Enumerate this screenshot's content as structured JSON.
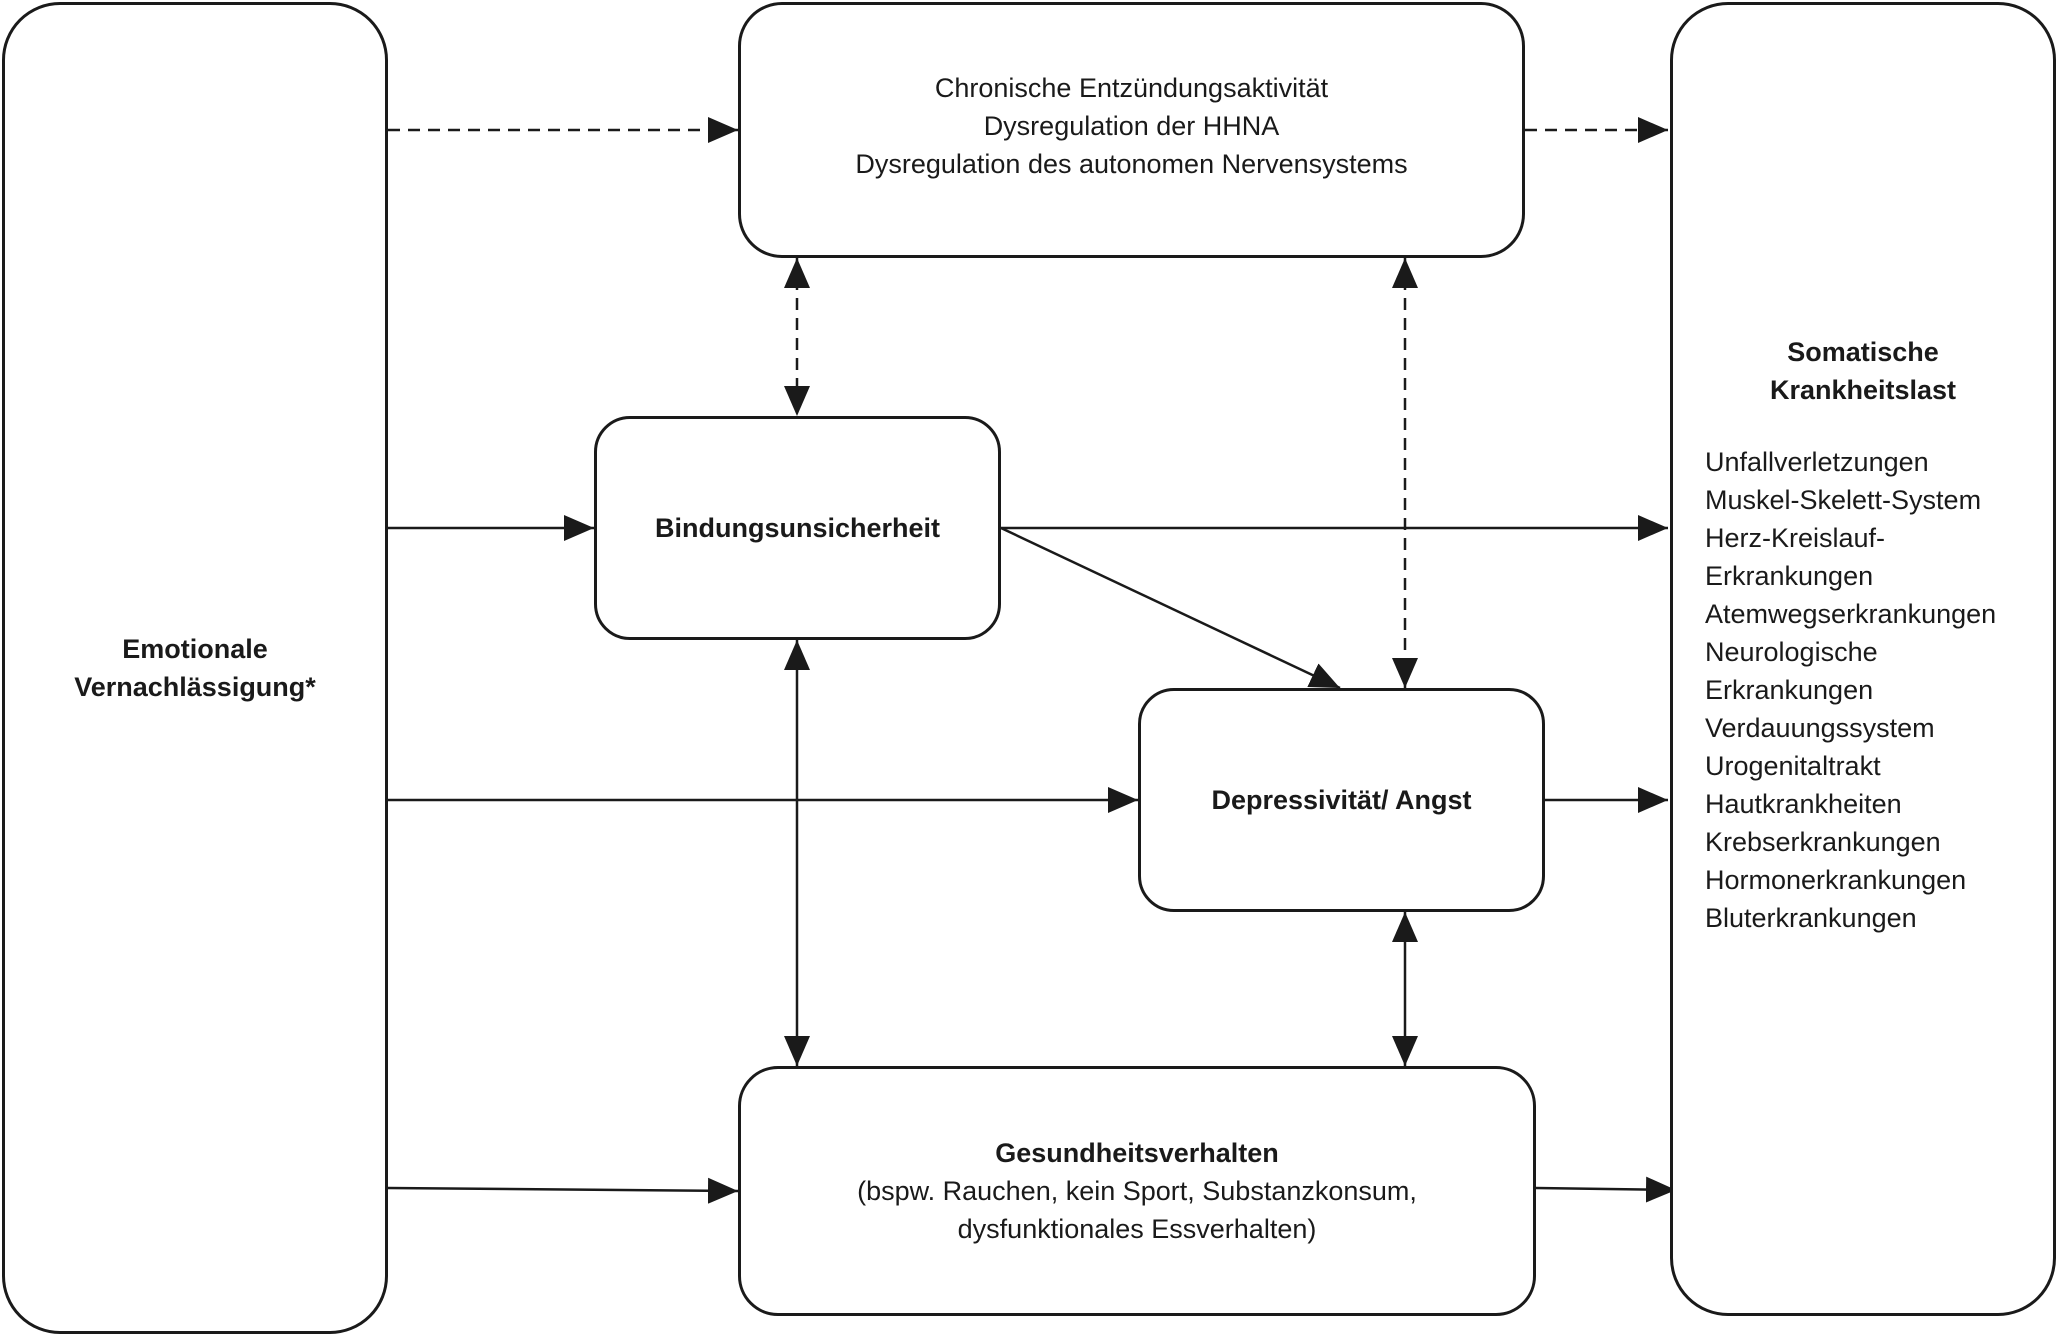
{
  "boxes": {
    "neglect": {
      "line1": "Emotionale",
      "line2": "Vernachlässigung*"
    },
    "physio": {
      "line1": "Chronische Entzündungsaktivität",
      "line2": "Dysregulation der HHNA",
      "line3": "Dysregulation des autonomen Nervensystems"
    },
    "attachment": {
      "label": "Bindungsunsicherheit"
    },
    "depression": {
      "label": "Depressivität/ Angst"
    },
    "health": {
      "title": "Gesundheitsverhalten",
      "line2": "(bspw. Rauchen, kein Sport, Substanzkonsum,",
      "line3": "dysfunktionales Essverhalten)"
    },
    "somatic": {
      "title1": "Somatische",
      "title2": "Krankheitslast",
      "items": [
        "Unfallverletzungen",
        "Muskel-Skelett-System",
        "Herz-Kreislauf-",
        "Erkrankungen",
        "Atemwegserkrankungen",
        "Neurologische",
        "Erkrankungen",
        "Verdauungssystem",
        "Urogenitaltrakt",
        "Hautkrankheiten",
        "Krebserkrankungen",
        "Hormonerkrankungen",
        "Bluterkrankungen"
      ]
    }
  }
}
